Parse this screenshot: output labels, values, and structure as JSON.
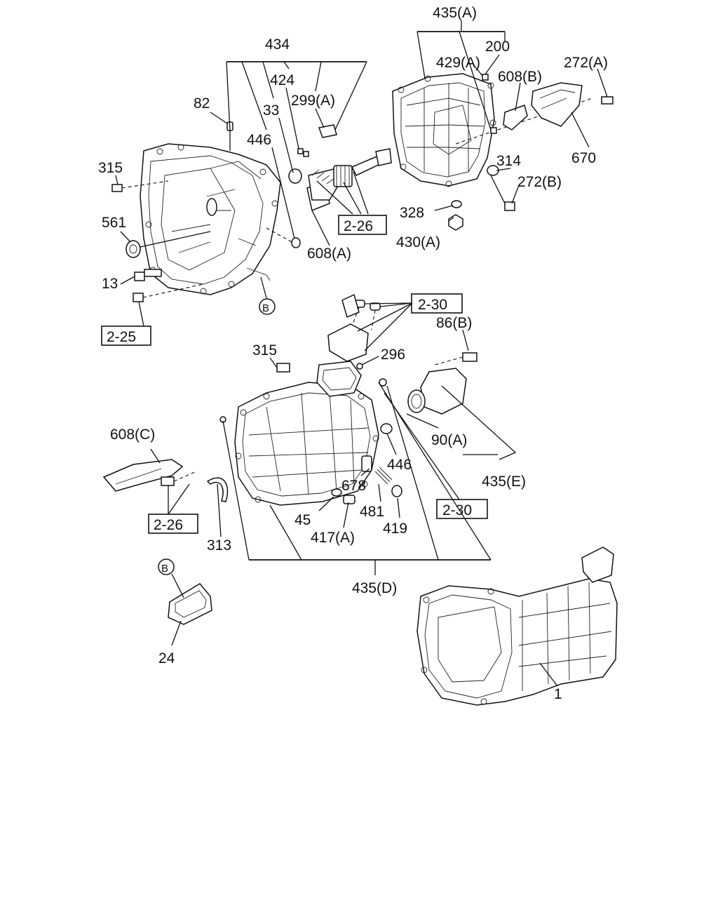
{
  "callouts": {
    "c435A": "435(A)",
    "c434": "434",
    "c200": "200",
    "c429A": "429(A)",
    "c424": "424",
    "c272A": "272(A)",
    "c608B": "608(B)",
    "c299A": "299(A)",
    "c82": "82",
    "c33": "33",
    "c446a": "446",
    "c670": "670",
    "c315a": "315",
    "c314": "314",
    "c272B": "272(B)",
    "c561": "561",
    "c328": "328",
    "c430A": "430(A)",
    "c608A": "608(A)",
    "c13": "13",
    "circleB1": "B",
    "c86B": "86(B)",
    "c315b": "315",
    "c296": "296",
    "c608C": "608(C)",
    "c90A": "90(A)",
    "c446b": "446",
    "c678": "678",
    "c435E": "435(E)",
    "c481": "481",
    "c45": "45",
    "c419": "419",
    "c417A": "417(A)",
    "c313": "313",
    "c435D": "435(D)",
    "circleB2": "B",
    "c24": "24",
    "c1": "1"
  },
  "refs": {
    "r226a": "2-26",
    "r230a": "2-30",
    "r225": "2-25",
    "r230b": "2-30",
    "r226b": "2-26"
  }
}
